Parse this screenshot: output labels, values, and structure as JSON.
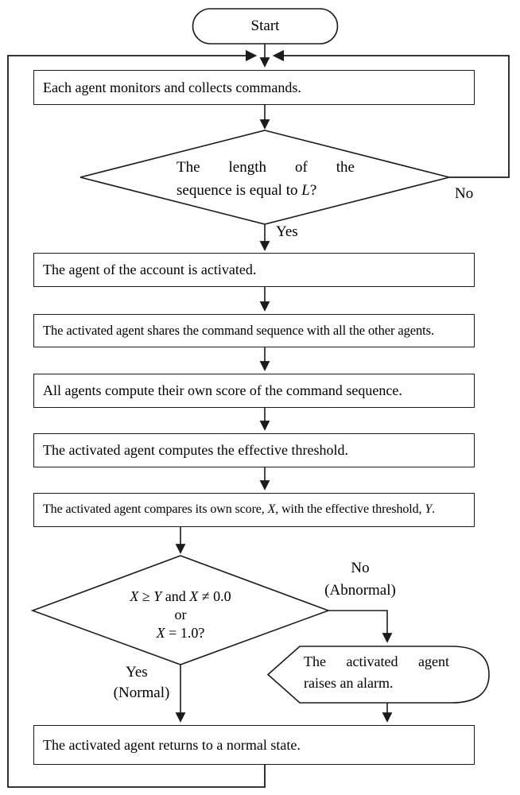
{
  "title": "Multi-agent anomaly detection flowchart",
  "palette": {
    "line": "#1b1b1b",
    "background": "#ffffff",
    "text": "#000000"
  },
  "nodes": {
    "start": {
      "type": "terminator",
      "label": "Start"
    },
    "monitor": {
      "type": "process",
      "text": "Each agent monitors and collects commands."
    },
    "length_check": {
      "type": "decision",
      "line1": "The length of the",
      "line2": [
        {
          "t": "sequence is equal to ",
          "i": false
        },
        {
          "t": "L",
          "i": true
        },
        {
          "t": "?",
          "i": false
        }
      ]
    },
    "activated": {
      "type": "process",
      "text": "The agent of the account is activated."
    },
    "shares": {
      "type": "process",
      "text": "The activated agent shares the command sequence with all the other agents."
    },
    "compute_score": {
      "type": "process",
      "text": "All agents compute their own score of the command sequence."
    },
    "compute_threshold": {
      "type": "process",
      "text": "The activated agent computes the effective threshold."
    },
    "compare": {
      "type": "process",
      "segments": [
        {
          "t": "The activated agent compares its own score, ",
          "i": false
        },
        {
          "t": "X",
          "i": true
        },
        {
          "t": ", with the effective threshold, ",
          "i": false
        },
        {
          "t": "Y",
          "i": true
        },
        {
          "t": ".",
          "i": false
        }
      ]
    },
    "score_check": {
      "type": "decision",
      "line1": [
        {
          "t": "X",
          "i": true
        },
        {
          "t": " ≥ ",
          "i": false
        },
        {
          "t": "Y",
          "i": true
        },
        {
          "t": " and ",
          "i": false
        },
        {
          "t": "X",
          "i": true
        },
        {
          "t": " ≠ 0.0",
          "i": false
        }
      ],
      "line2": [
        {
          "t": "or",
          "i": false
        }
      ],
      "line3": [
        {
          "t": "X",
          "i": true
        },
        {
          "t": " = 1.0?",
          "i": false
        }
      ]
    },
    "alarm": {
      "type": "display",
      "line1": "The activated agent",
      "line2": "raises an alarm."
    },
    "normal_state": {
      "type": "process",
      "text": "The activated agent returns to a normal state."
    }
  },
  "edge_labels": {
    "length_no": "No",
    "length_yes": "Yes",
    "score_no": "No",
    "score_no_sub": "(Abnormal)",
    "score_yes": "Yes",
    "score_yes_sub": "(Normal)"
  }
}
